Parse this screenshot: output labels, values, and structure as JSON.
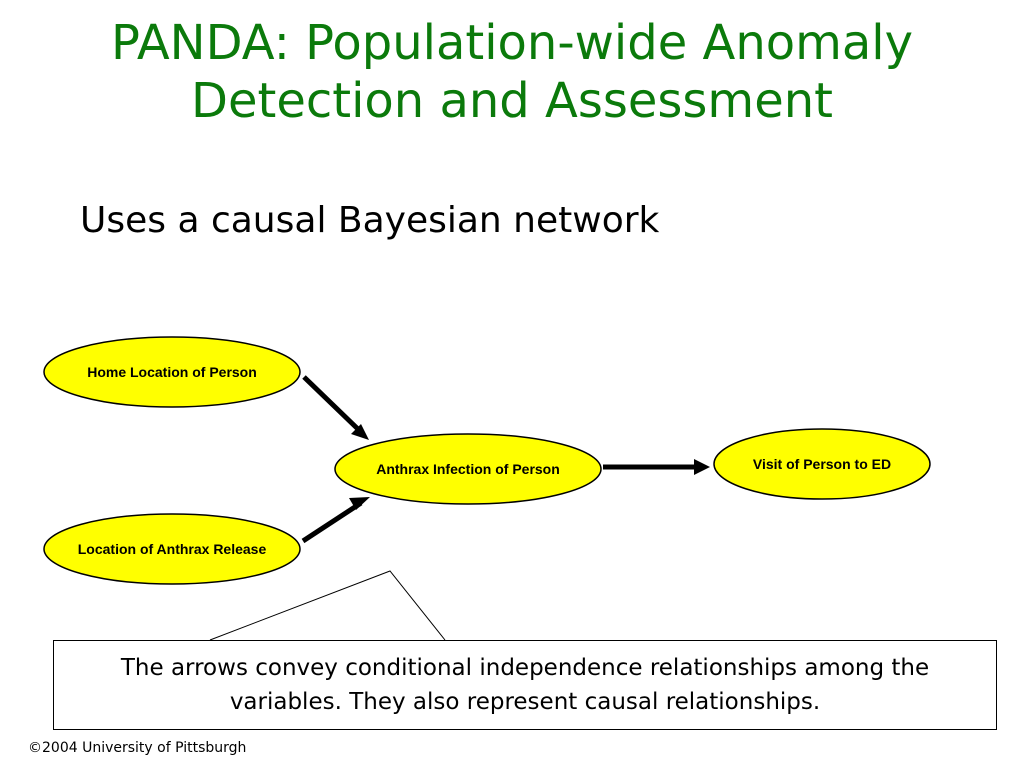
{
  "slide": {
    "title_lines": [
      "PANDA: Population-wide Anomaly",
      "Detection and Assessment"
    ],
    "subtitle": "Uses a causal Bayesian network"
  },
  "network": {
    "nodes": {
      "home_location": "Home Location of Person",
      "release_location": "Location of Anthrax Release",
      "anthrax_infection": "Anthrax Infection of Person",
      "ed_visit": "Visit of Person to ED"
    },
    "edges": [
      {
        "from": "home_location",
        "to": "anthrax_infection"
      },
      {
        "from": "release_location",
        "to": "anthrax_infection"
      },
      {
        "from": "anthrax_infection",
        "to": "ed_visit"
      }
    ],
    "node_fill": "#ffff00",
    "node_stroke": "#000000"
  },
  "callout": {
    "text": "The arrows convey conditional independence relationships among the variables. They also represent causal relationships."
  },
  "footer": {
    "copyright": "©2004 University of Pittsburgh"
  },
  "colors": {
    "title": "#0b7a0b"
  }
}
